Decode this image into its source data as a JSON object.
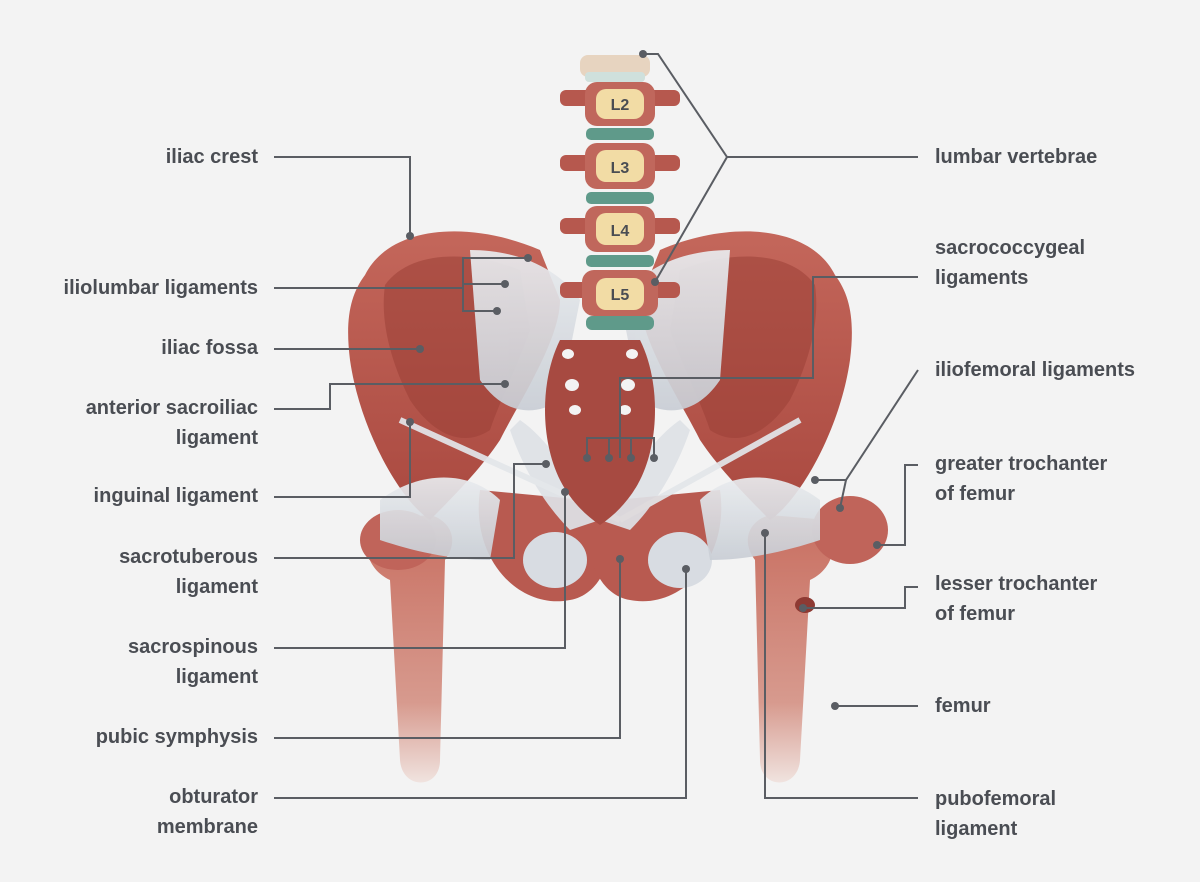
{
  "labels": {
    "iliac_crest": "iliac crest",
    "iliolumbar_ligaments": "iliolumbar ligaments",
    "iliac_fossa": "iliac fossa",
    "anterior_sacroiliac_ligament": "anterior sacroiliac\nligament",
    "inguinal_ligament": "inguinal ligament",
    "sacrotuberous_ligament": "sacrotuberous\nligament",
    "sacrospinous_ligament": "sacrospinous\nligament",
    "pubic_symphysis": "pubic symphysis",
    "obturator_membrane": "obturator\nmembrane",
    "lumbar_vertebrae": "lumbar vertebrae",
    "sacrococcygeal_ligaments": "sacrococcygeal\nligaments",
    "iliofemoral_ligaments": "iliofemoral ligaments",
    "greater_trochanter": "greater trochanter\nof femur",
    "lesser_trochanter": "lesser trochanter\nof femur",
    "femur": "femur",
    "pubofemoral_ligament": "pubofemoral\nligament"
  },
  "vertebrae": {
    "l2": "L2",
    "l3": "L3",
    "l4": "L4",
    "l5": "L5"
  },
  "colors": {
    "background": "#f3f3f3",
    "leader_line": "#5a5d63",
    "label_text": "#4a4d53",
    "bone": "#b5574d",
    "bone_dark": "#8e3a33",
    "ligament": "#d9dde3",
    "disc": "#5f9a8a",
    "vertebra_body": "#f2dca5"
  }
}
